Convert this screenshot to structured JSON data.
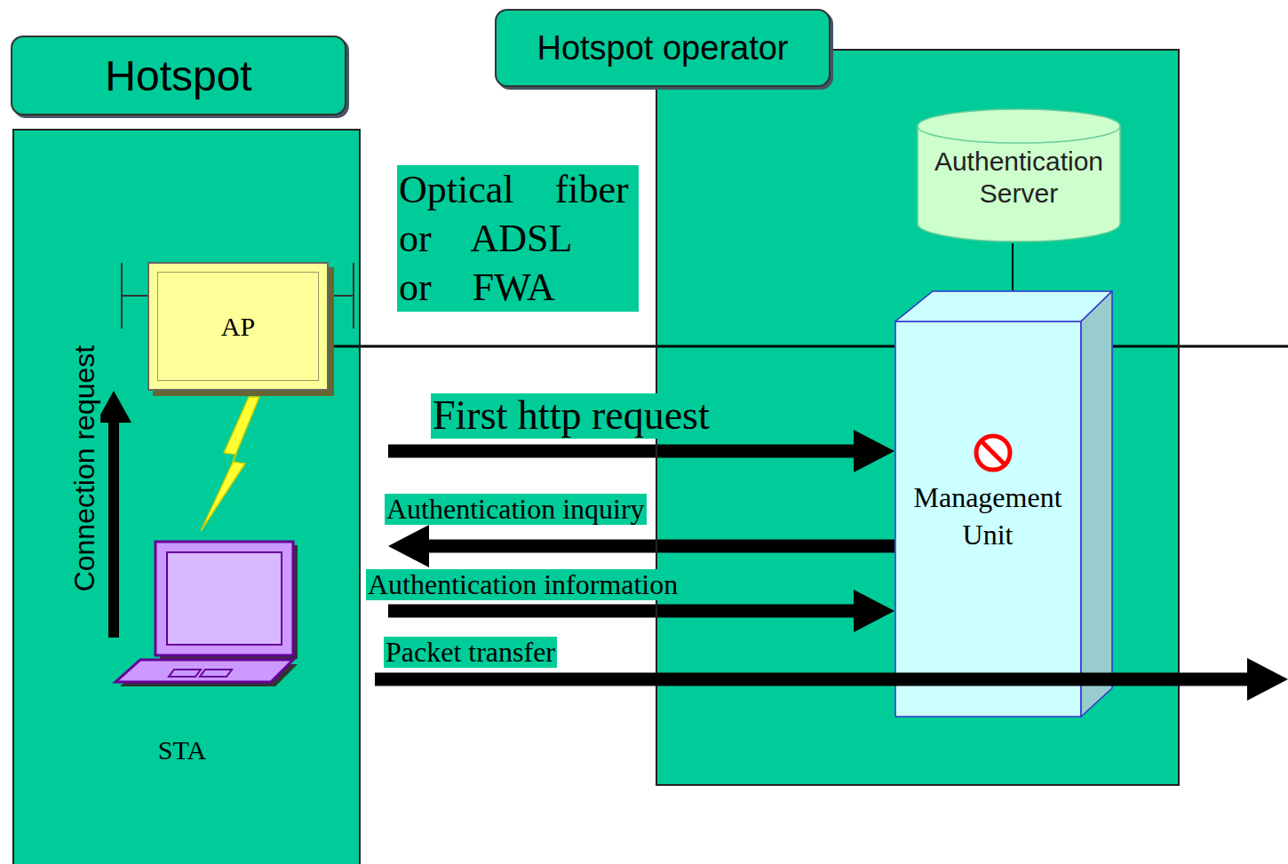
{
  "diagram": {
    "nodes": [
      {
        "text": [
          "Hotspot"
        ]
      },
      {
        "text": [
          "Hotspot operator"
        ]
      },
      {
        "text": [
          "AP"
        ],
        "in": 0
      },
      {
        "text": [
          "STA"
        ],
        "in": 0
      },
      {
        "text": [
          "Authentication Server"
        ],
        "in": 1
      },
      {
        "text": [
          "Management Unit"
        ],
        "in": 1
      }
    ],
    "edges": [
      {
        "from": 3,
        "to": 2,
        "arrow": "to",
        "label": "Connection request"
      },
      {
        "from": 2,
        "to": 5,
        "arrow": "none",
        "label": "Optical fiber or ADSL or FWA"
      },
      {
        "from": 4,
        "to": 5,
        "arrow": "none"
      },
      {
        "from": 3,
        "to": 5,
        "arrow": "to",
        "label": "First http request"
      },
      {
        "from": 5,
        "to": 3,
        "arrow": "to",
        "label": "Authentication inquiry"
      },
      {
        "from": 3,
        "to": 5,
        "arrow": "to",
        "label": "Authentication information"
      }
    ],
    "labels": [
      "Packet transfer"
    ]
  }
}
